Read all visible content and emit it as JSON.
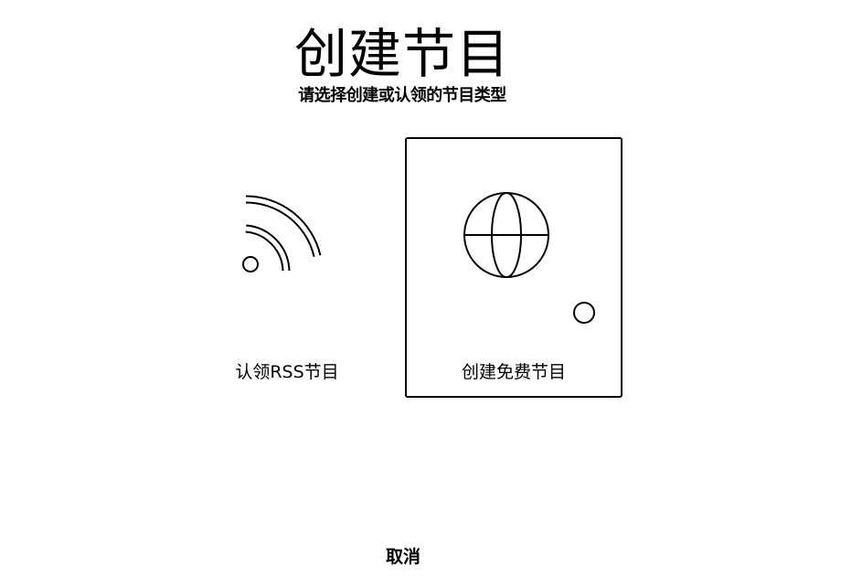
{
  "dialog": {
    "title": "创建节目",
    "subtitle": "请选择创建或认领的节目类型"
  },
  "options": [
    {
      "label": "认领RSS节目",
      "icon": "rss-icon",
      "selected": false
    },
    {
      "label": "创建免费节目",
      "icon": "globe-icon",
      "selected": true
    }
  ],
  "footer": {
    "cancel_label": "取消"
  },
  "colors": {
    "foreground": "#000000",
    "background": "#ffffff"
  }
}
